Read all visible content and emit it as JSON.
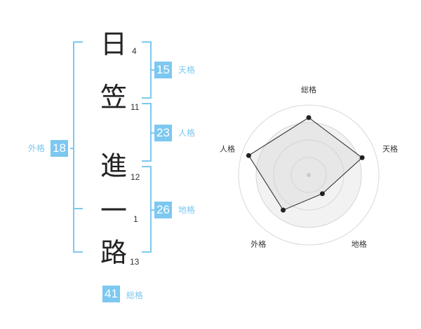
{
  "name_chars": [
    {
      "char": "日",
      "strokes": "4"
    },
    {
      "char": "笠",
      "strokes": "11"
    },
    {
      "char": "進",
      "strokes": "12"
    },
    {
      "char": "一",
      "strokes": "1"
    },
    {
      "char": "路",
      "strokes": "13"
    }
  ],
  "kaku": {
    "tenkaku": {
      "value": "15",
      "label": "天格"
    },
    "jinkaku": {
      "value": "23",
      "label": "人格"
    },
    "chikaku": {
      "value": "26",
      "label": "地格"
    },
    "gaikaku": {
      "value": "18",
      "label": "外格"
    },
    "soukaku": {
      "value": "41",
      "label": "総格"
    }
  },
  "colors": {
    "accent": "#7cc8f0",
    "bracket": "#7cc8f0"
  },
  "chart_data": {
    "type": "radar",
    "axes": [
      "総格",
      "天格",
      "地格",
      "外格",
      "人格"
    ],
    "values": [
      0.82,
      0.8,
      0.33,
      0.62,
      0.9
    ],
    "range": [
      0,
      1
    ],
    "rings": 4,
    "grid": true
  }
}
